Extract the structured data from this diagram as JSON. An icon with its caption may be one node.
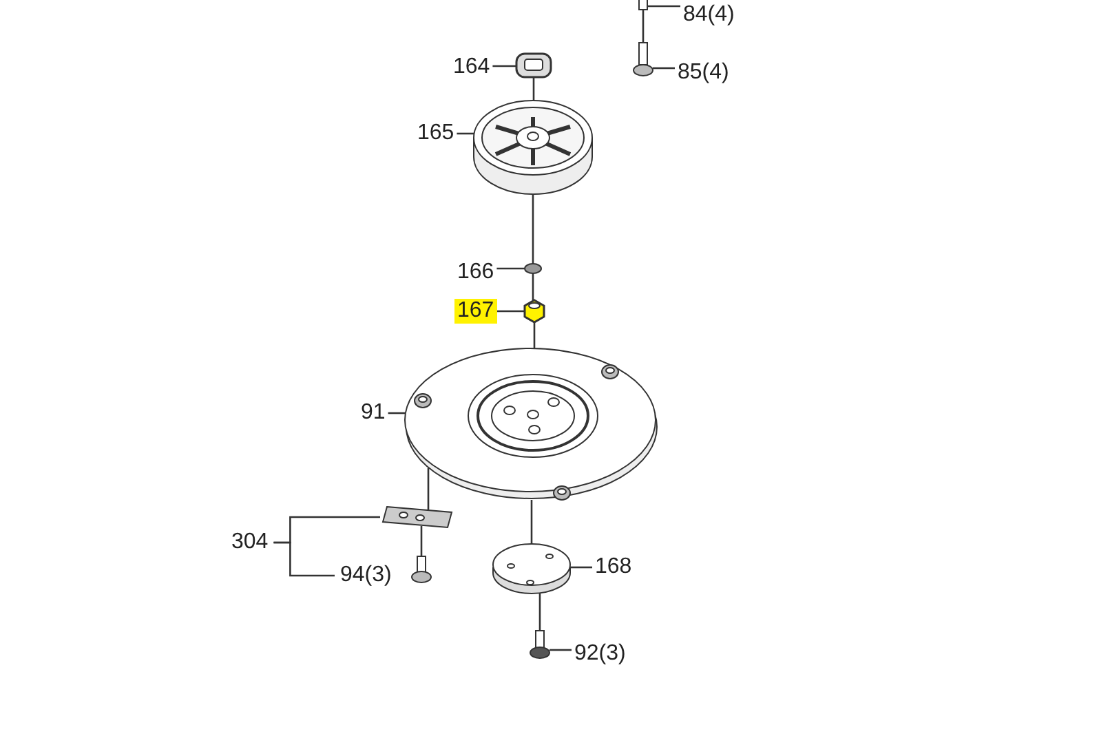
{
  "diagram": {
    "nodes": [
      {
        "text": [
          "84(4)"
        ]
      },
      {
        "text": [],
        "shape": "picture"
      },
      {
        "text": [
          "164"
        ]
      },
      {
        "text": [],
        "shape": "picture"
      },
      {
        "text": [
          "85(4)"
        ]
      },
      {
        "text": [],
        "shape": "picture"
      },
      {
        "text": [
          "165"
        ]
      },
      {
        "text": [],
        "shape": "picture"
      },
      {
        "text": [
          "166"
        ]
      },
      {
        "text": [],
        "shape": "picture"
      },
      {
        "text": [
          "167"
        ]
      },
      {
        "text": [],
        "shape": "picture"
      },
      {
        "text": [
          "91"
        ]
      },
      {
        "text": [],
        "shape": "picture"
      },
      {
        "text": [
          "304"
        ]
      },
      {
        "text": [],
        "shape": "picture"
      },
      {
        "text": [
          "94(3)"
        ]
      },
      {
        "text": [],
        "shape": "picture"
      },
      {
        "text": [
          "168"
        ]
      },
      {
        "text": [],
        "shape": "picture"
      },
      {
        "text": [
          "92(3)"
        ]
      },
      {
        "text": [],
        "shape": "picture"
      }
    ],
    "edges": [
      {
        "from": 0,
        "to": 1,
        "arrow": "none"
      },
      {
        "from": 2,
        "to": 3,
        "arrow": "none"
      },
      {
        "from": 4,
        "to": 5,
        "arrow": "none"
      },
      {
        "from": 6,
        "to": 7,
        "arrow": "none"
      },
      {
        "from": 8,
        "to": 9,
        "arrow": "none"
      },
      {
        "from": 10,
        "to": 11,
        "arrow": "none"
      },
      {
        "from": 12,
        "to": 13,
        "arrow": "none"
      },
      {
        "from": 14,
        "to": 15,
        "arrow": "none"
      },
      {
        "from": 14,
        "to": 16,
        "arrow": "none"
      },
      {
        "from": 18,
        "to": 19,
        "arrow": "none"
      },
      {
        "from": 20,
        "to": 21,
        "arrow": "none"
      },
      {
        "from": 1,
        "to": 5,
        "arrow": "none"
      },
      {
        "from": 3,
        "to": 7,
        "arrow": "none"
      },
      {
        "from": 7,
        "to": 9,
        "arrow": "none"
      },
      {
        "from": 9,
        "to": 11,
        "arrow": "none"
      },
      {
        "from": 11,
        "to": 13,
        "arrow": "none"
      },
      {
        "from": 13,
        "to": 19,
        "arrow": "none"
      },
      {
        "from": 19,
        "to": 21,
        "arrow": "none"
      },
      {
        "from": 13,
        "to": 15,
        "arrow": "none"
      },
      {
        "from": 15,
        "to": 17,
        "arrow": "none"
      }
    ]
  }
}
